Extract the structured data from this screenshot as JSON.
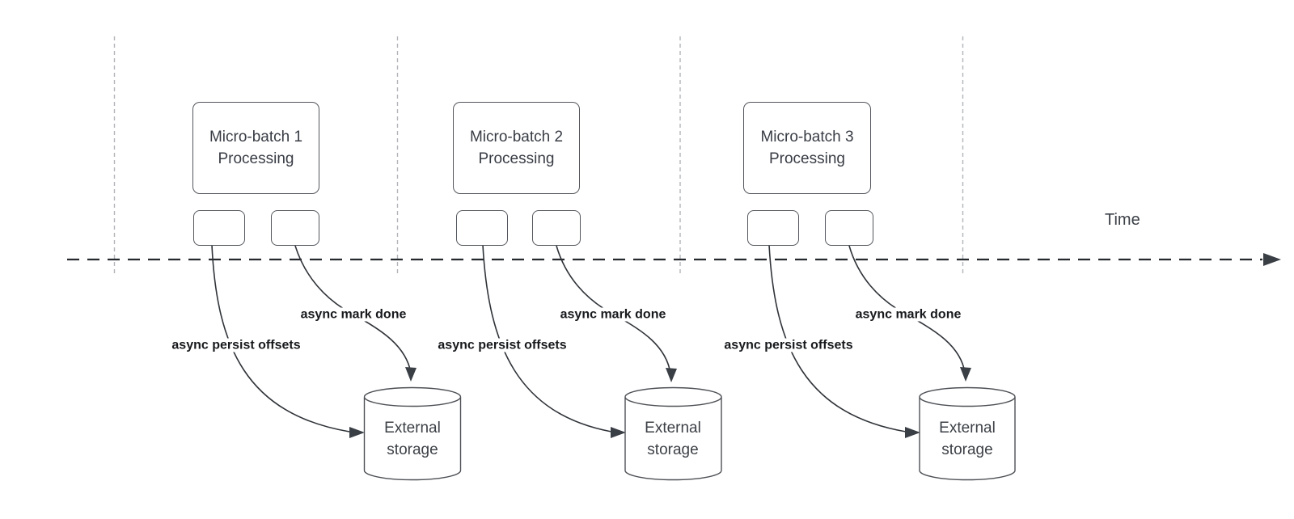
{
  "diagram": {
    "time_axis": {
      "label": "Time"
    },
    "groups": [
      {
        "box_label": "Micro-batch 1\nProcessing",
        "persist_label": "async persist offsets",
        "done_label": "async mark done",
        "storage_label": "External\nstorage"
      },
      {
        "box_label": "Micro-batch 2\nProcessing",
        "persist_label": "async persist offsets",
        "done_label": "async mark done",
        "storage_label": "External\nstorage"
      },
      {
        "box_label": "Micro-batch 3\nProcessing",
        "persist_label": "async persist offsets",
        "done_label": "async mark done",
        "storage_label": "External\nstorage"
      }
    ],
    "icons": {
      "time_axis_arrowhead": "filled-triangle-right",
      "persist_arrowhead": "filled-triangle-right",
      "done_arrowhead": "filled-triangle-down"
    },
    "colors": {
      "background": "#ffffff",
      "edge": "#2f3338",
      "time_axis": "#26292e",
      "gridline": "#b2b6ba",
      "node_border": "#53565c",
      "node_text": "#383c44",
      "edge_label_text": "#17191c"
    }
  }
}
